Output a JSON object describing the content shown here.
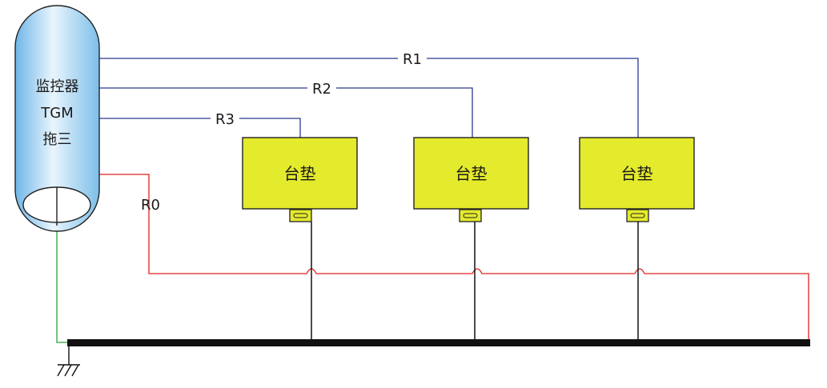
{
  "monitor": {
    "line1": "监控器",
    "line2": "TGM",
    "line3": "拖三"
  },
  "pads": [
    {
      "label": "台垫"
    },
    {
      "label": "台垫"
    },
    {
      "label": "台垫"
    }
  ],
  "wires": {
    "r1": "R1",
    "r2": "R2",
    "r3": "R3",
    "r0": "R0"
  },
  "colors": {
    "signal_wire": "#2b3a8f",
    "return_wire": "#e02020",
    "ground_wire": "#4caf50",
    "pad_fill": "#e4ea2c",
    "bus": "#111111"
  }
}
